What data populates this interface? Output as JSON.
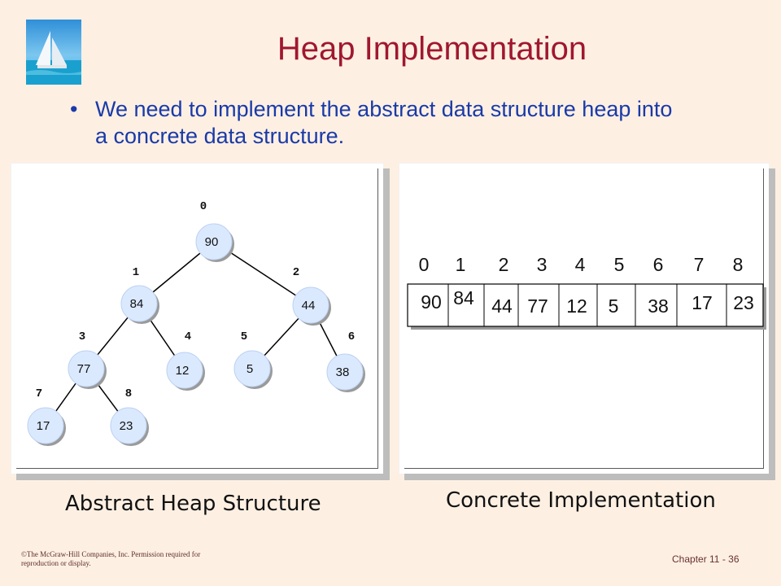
{
  "slide": {
    "title": "Heap Implementation",
    "bullet": "We need to implement the abstract data structure heap into a concrete data structure.",
    "caption_left": "Abstract Heap Structure",
    "caption_right": "Concrete Implementation",
    "copyright": "©The McGraw-Hill Companies, Inc. Permission required for reproduction or display.",
    "chapter": "Chapter 11 - 36"
  },
  "tree": {
    "nodes": [
      {
        "index": "0",
        "value": "90"
      },
      {
        "index": "1",
        "value": "84"
      },
      {
        "index": "2",
        "value": "44"
      },
      {
        "index": "3",
        "value": "77"
      },
      {
        "index": "4",
        "value": "12"
      },
      {
        "index": "5",
        "value": "5"
      },
      {
        "index": "6",
        "value": "38"
      },
      {
        "index": "7",
        "value": "17"
      },
      {
        "index": "8",
        "value": "23"
      }
    ],
    "edges": [
      [
        0,
        1
      ],
      [
        0,
        2
      ],
      [
        1,
        3
      ],
      [
        1,
        4
      ],
      [
        2,
        5
      ],
      [
        2,
        6
      ],
      [
        3,
        7
      ],
      [
        3,
        8
      ]
    ]
  },
  "array": {
    "indices": [
      "0",
      "1",
      "2",
      "3",
      "4",
      "5",
      "6",
      "7",
      "8"
    ],
    "values": [
      "90",
      "84",
      "44",
      "77",
      "12",
      "5",
      "38",
      "17",
      "23"
    ]
  },
  "colors": {
    "title": "#a0172f",
    "bullet": "#1a3aa8",
    "node_fill": "#dbe9ff",
    "background": "#fdf0e3"
  },
  "icons": {
    "logo": "sailboat-photo-icon"
  }
}
